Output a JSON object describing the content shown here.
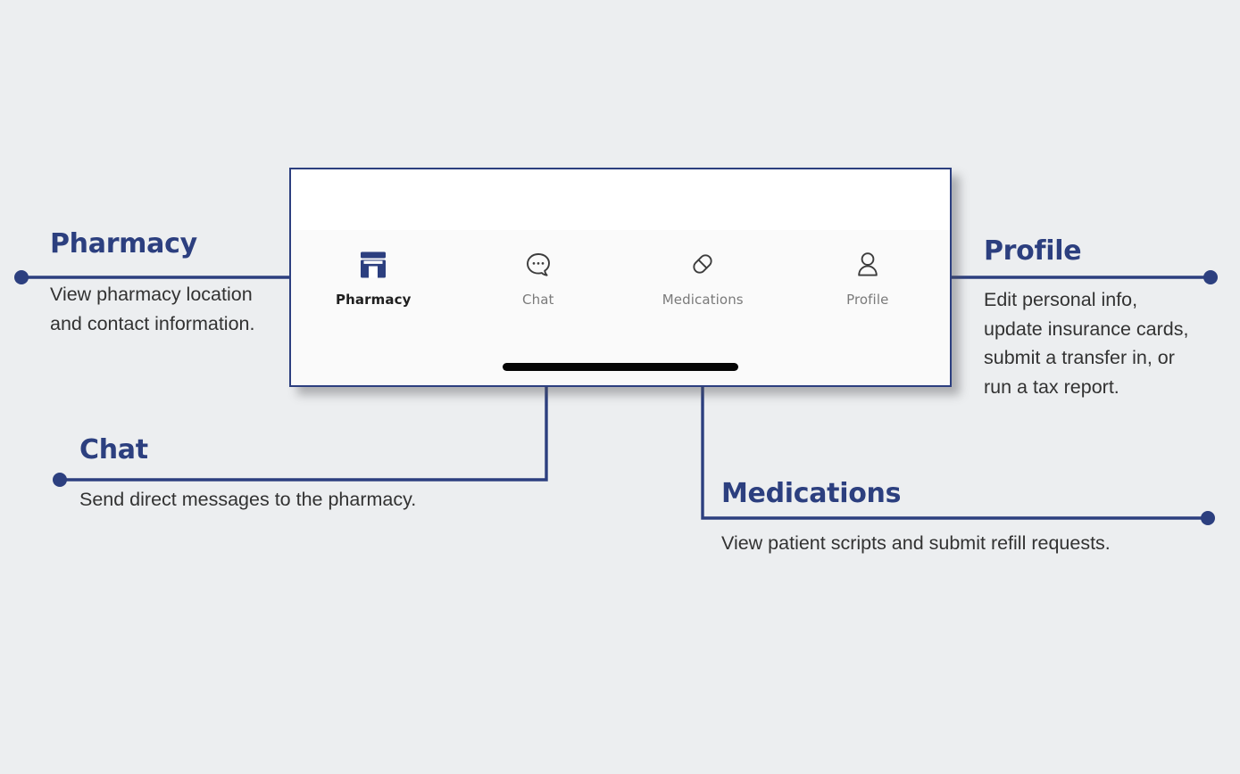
{
  "theme": {
    "background": "#eceef0",
    "accent_navy": "#2c3f7f",
    "body_text": "#323232",
    "card_surface": "#ffffff",
    "tabbar_surface": "#fafafa",
    "inactive_tab_text": "#7a7a7a",
    "active_tab_text": "#1f1f1f",
    "home_indicator": "#050505"
  },
  "phone": {
    "tabbar": {
      "tabs": [
        {
          "label": "Pharmacy",
          "icon": "storefront-icon",
          "active": true
        },
        {
          "label": "Chat",
          "icon": "chat-bubble-icon",
          "active": false
        },
        {
          "label": "Medications",
          "icon": "pill-capsule-icon",
          "active": false
        },
        {
          "label": "Profile",
          "icon": "person-icon",
          "active": false
        }
      ]
    },
    "home_indicator": "home-indicator-bar"
  },
  "callouts": [
    {
      "key": "pharmacy",
      "title": "Pharmacy",
      "body": "View pharmacy location and contact information."
    },
    {
      "key": "chat",
      "title": "Chat",
      "body": "Send direct messages to the pharmacy."
    },
    {
      "key": "profile",
      "title": "Profile",
      "body": "Edit personal info, update insurance cards, submit a transfer in, or run a tax report."
    },
    {
      "key": "medications",
      "title": "Medications",
      "body": "View patient scripts and submit refill requests."
    }
  ]
}
